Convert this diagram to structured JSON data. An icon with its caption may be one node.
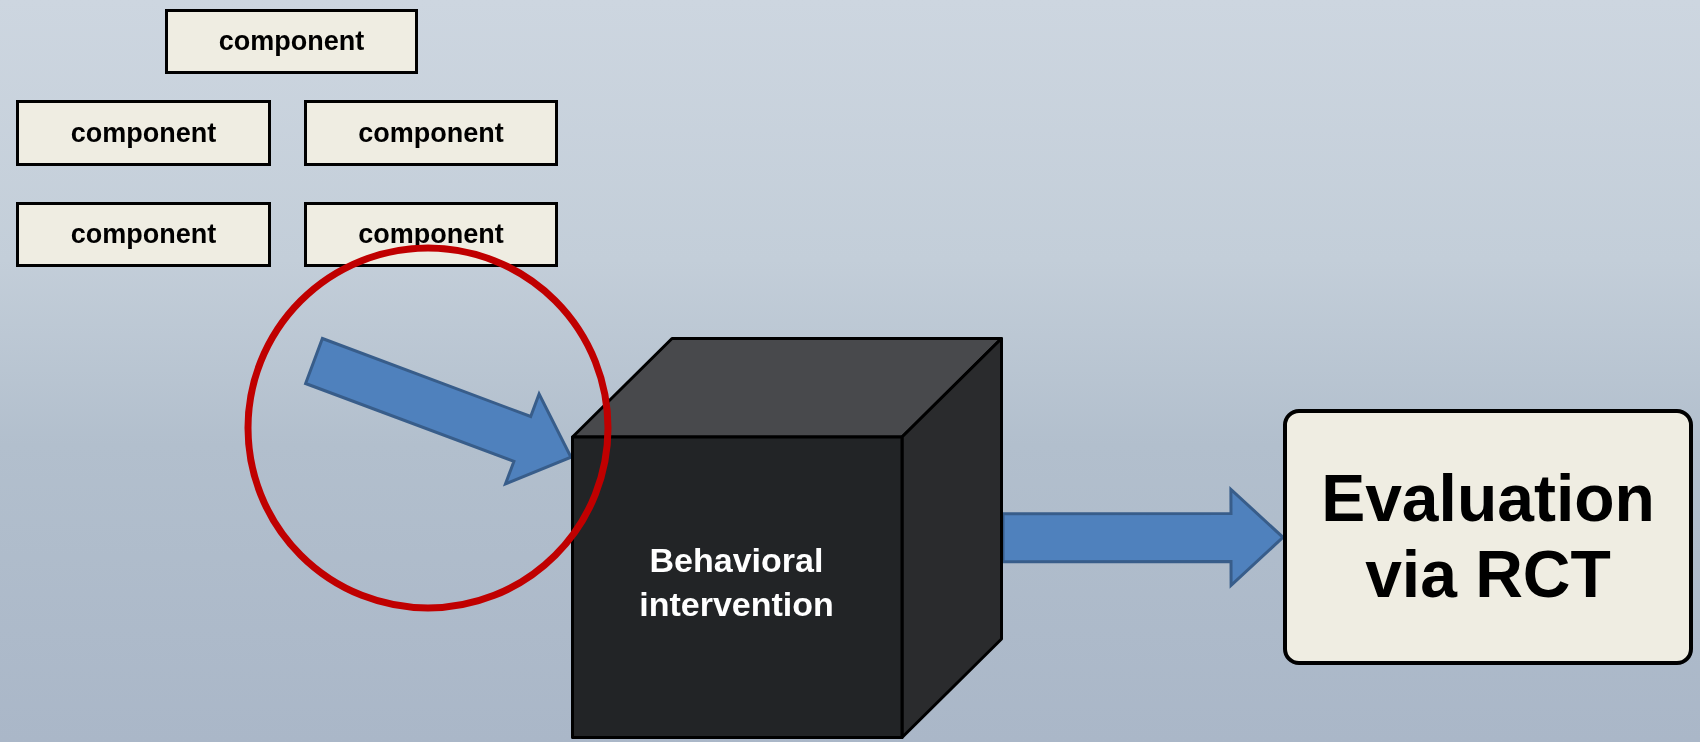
{
  "diagram": {
    "nodes": [
      {
        "text": [
          "component"
        ]
      },
      {
        "text": [
          "component"
        ]
      },
      {
        "text": [
          "component"
        ]
      },
      {
        "text": [
          "component"
        ]
      },
      {
        "text": [
          "component"
        ]
      },
      {
        "text": [
          "Behavioral intervention"
        ]
      },
      {
        "text": [
          "Evaluation via RCT"
        ]
      }
    ],
    "edges": [
      {
        "from": null,
        "to": 5,
        "arrow": "to"
      },
      {
        "from": 5,
        "to": 6,
        "arrow": "to"
      }
    ]
  }
}
